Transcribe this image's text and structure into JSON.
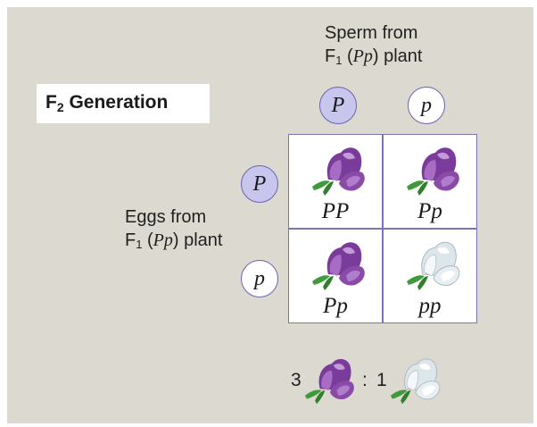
{
  "title": {
    "prefix": "F",
    "sub": "2",
    "suffix": " Generation"
  },
  "sperm_label": {
    "line1": "Sperm from",
    "line2_prefix": "F",
    "line2_sub": "1",
    "line2_open": " (",
    "line2_italic": "Pp",
    "line2_close": ") plant"
  },
  "eggs_label": {
    "line1": "Eggs from",
    "line2_prefix": "F",
    "line2_sub": "1",
    "line2_open": " (",
    "line2_italic": "Pp",
    "line2_close": ") plant"
  },
  "sperm_alleles": [
    "P",
    "p"
  ],
  "egg_alleles": [
    "P",
    "p"
  ],
  "cells": [
    {
      "genotype": "PP",
      "phenotype": "purple"
    },
    {
      "genotype": "Pp",
      "phenotype": "purple"
    },
    {
      "genotype": "Pp",
      "phenotype": "purple"
    },
    {
      "genotype": "pp",
      "phenotype": "white"
    }
  ],
  "ratio": {
    "dominant_count": "3",
    "separator": ":",
    "recessive_count": "1"
  },
  "colors": {
    "background": "#dcdad0",
    "dominant_circle": "#c8c6ec",
    "grid_border": "#7a74b6",
    "purple_flower": "#8a4aa8",
    "white_flower": "#e4ecef",
    "leaf": "#3e9a3a"
  },
  "icons": {
    "purple": "purple-flower-icon",
    "white": "white-flower-icon"
  }
}
